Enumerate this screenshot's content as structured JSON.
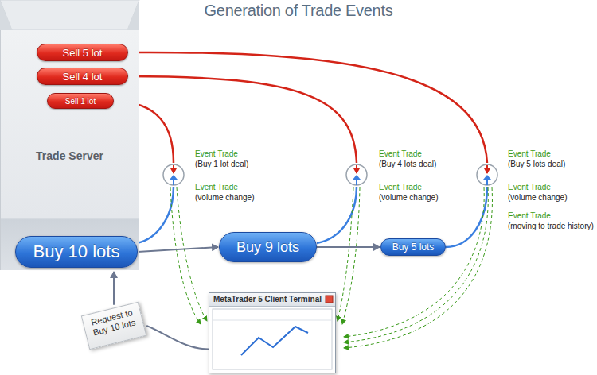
{
  "diagram": {
    "title": "Generation of Trade Events",
    "nodes": [
      {
        "text": [
          "Trade Server"
        ]
      },
      {
        "text": [
          "Sell 5 lot"
        ],
        "in": 0
      },
      {
        "text": [
          "Sell 4 lot"
        ],
        "in": 0
      },
      {
        "text": [
          "Sell 1 lot"
        ],
        "in": 0
      },
      {
        "text": [
          "Buy 10 lots"
        ],
        "in": 0
      },
      {
        "text": [
          "Buy 9 lots"
        ]
      },
      {
        "text": [
          "Buy 5 lots"
        ]
      },
      {
        "text": [
          "MetaTrader 5 Client Terminal"
        ]
      },
      {
        "text": [
          "Request to Buy 10 lots"
        ]
      }
    ],
    "edges": [
      {
        "from": 4,
        "to": 5,
        "arrow": "to"
      },
      {
        "from": 5,
        "to": 6,
        "arrow": "to"
      },
      {
        "from": 7,
        "to": 8,
        "arrow": "none"
      },
      {
        "from": 8,
        "to": 0,
        "arrow": "to"
      }
    ],
    "labels": [
      "Event Trade",
      "(Buy 1 lot deal)",
      "Event Trade",
      "(volume change)",
      "Event Trade",
      "(Buy 4 lots deal)",
      "Event Trade",
      "(volume change)",
      "Event Trade",
      "(Buy 5 lots deal)",
      "Event Trade",
      "(volume change)",
      "Event Trade",
      "(moving to trade history)"
    ]
  }
}
